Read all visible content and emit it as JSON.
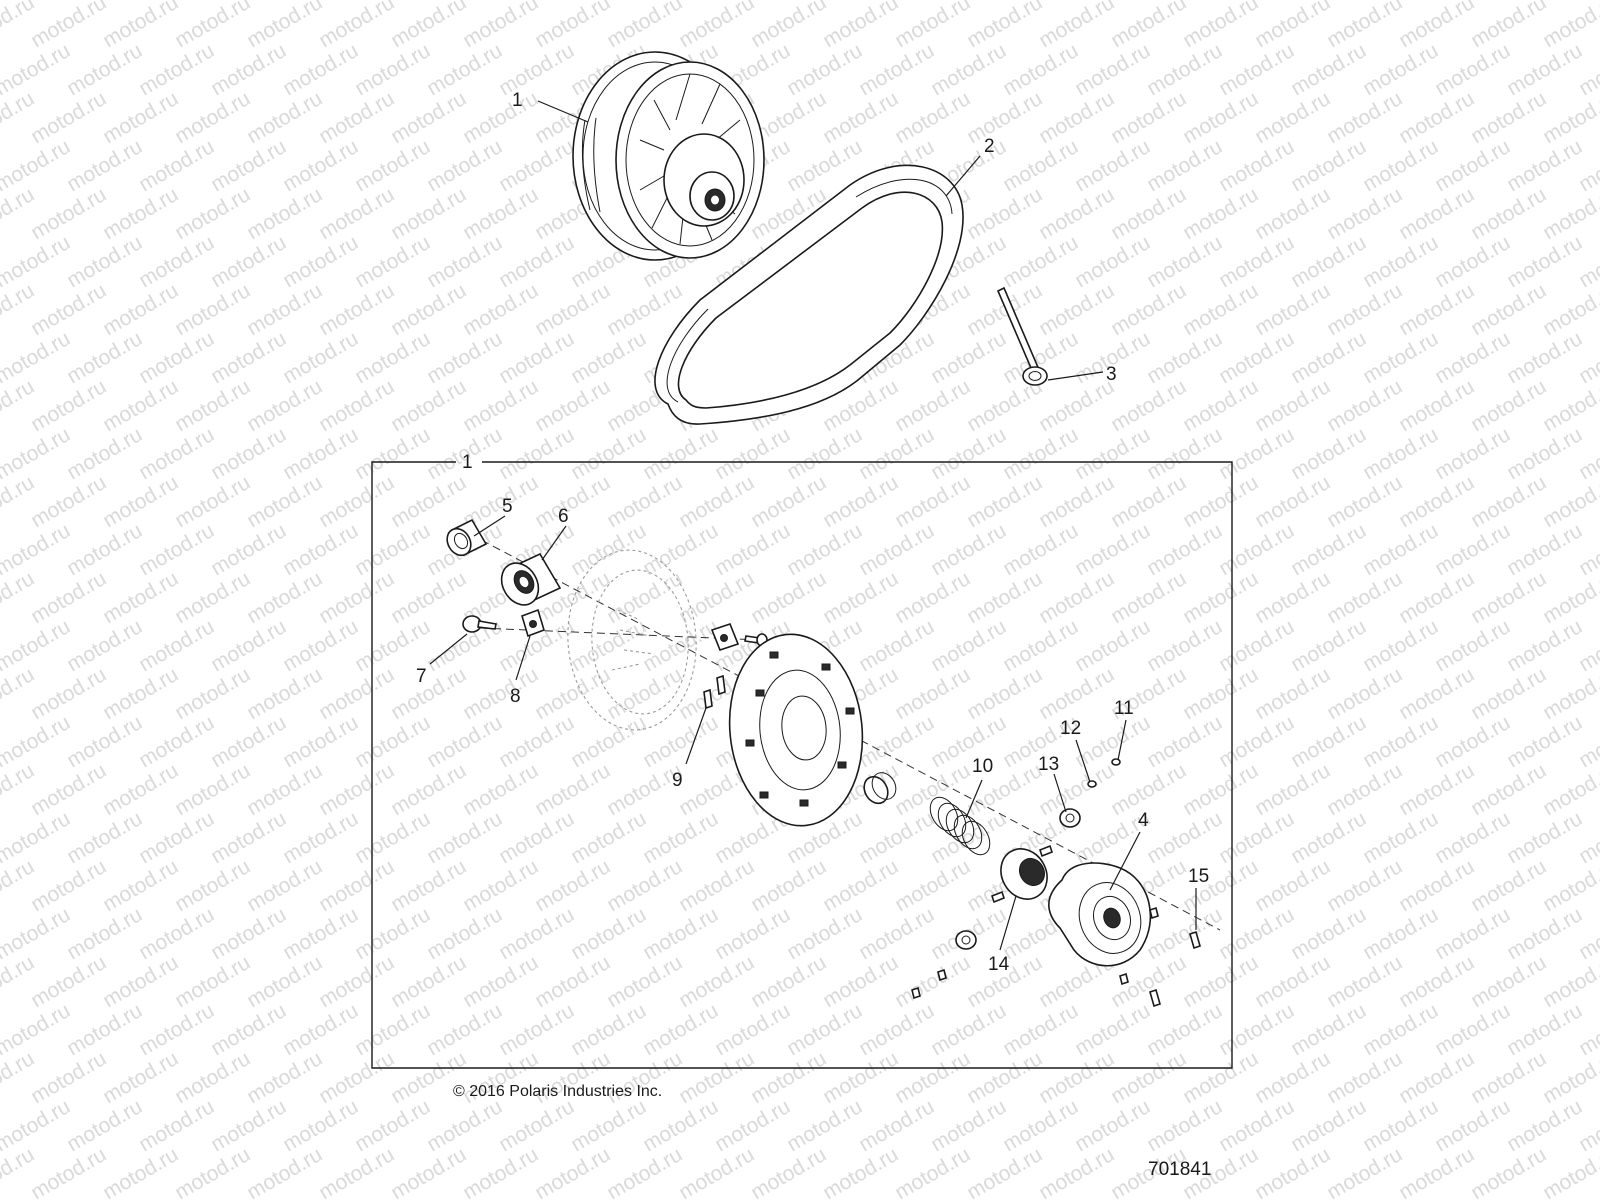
{
  "watermark_text": "motod.ru",
  "callouts": {
    "c1_top": "1",
    "c2": "2",
    "c3": "3",
    "c1_box": "1",
    "c5": "5",
    "c6": "6",
    "c7": "7",
    "c8": "8",
    "c9": "9",
    "c10": "10",
    "c11": "11",
    "c12": "12",
    "c13": "13",
    "c4": "4",
    "c14": "14",
    "c15": "15"
  },
  "footer": {
    "copyright": "© 2016 Polaris Industries Inc.",
    "drawing_number": "701841"
  }
}
